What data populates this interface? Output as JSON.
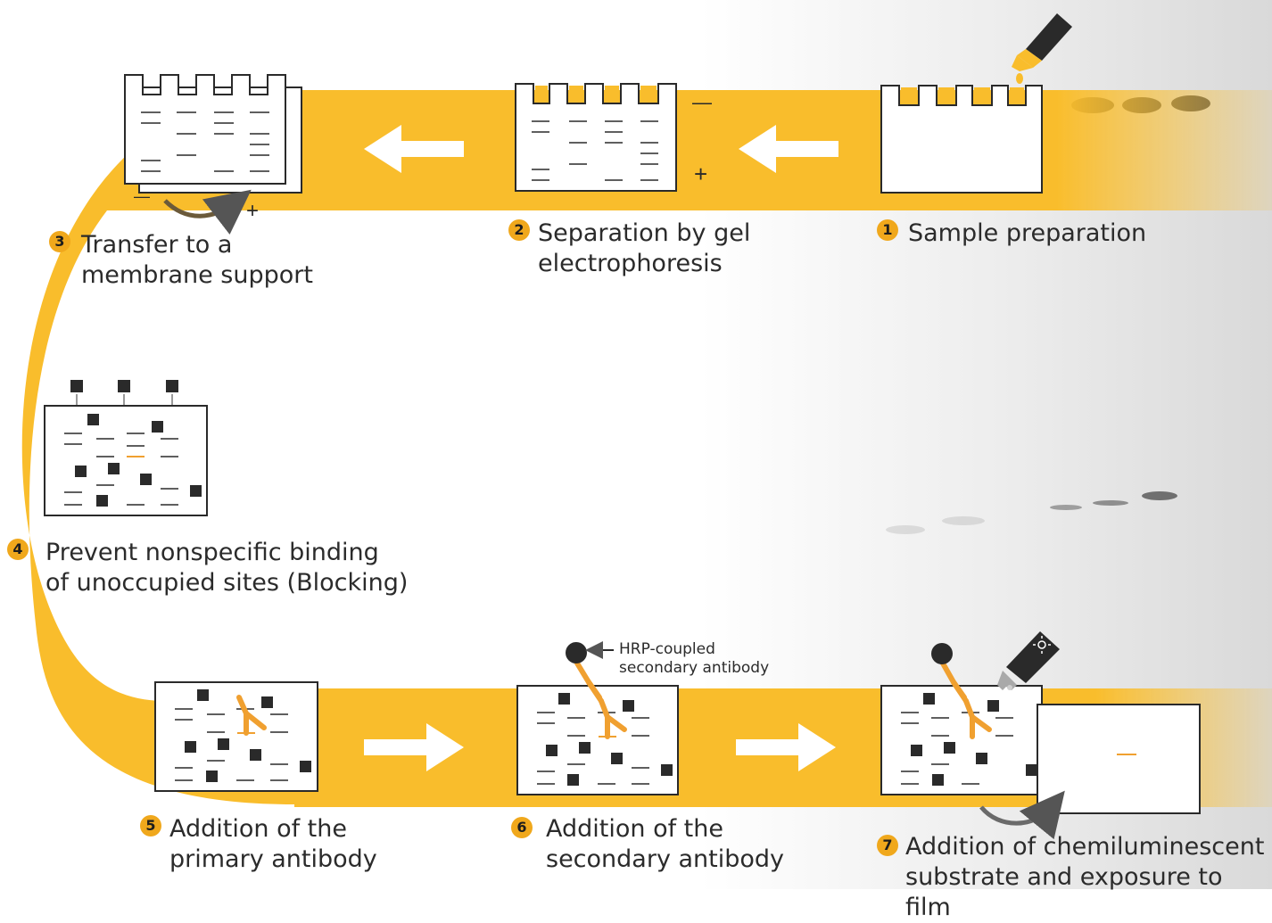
{
  "steps": [
    {
      "number": "1",
      "line1": "Sample preparation",
      "line2": ""
    },
    {
      "number": "2",
      "line1": "Separation by gel",
      "line2": "electrophoresis"
    },
    {
      "number": "3",
      "line1": "Transfer to a",
      "line2": "membrane support"
    },
    {
      "number": "4",
      "line1": "Prevent nonspecific binding",
      "line2": "of unoccupied sites (Blocking)"
    },
    {
      "number": "5",
      "line1": "Addition of the",
      "line2": "primary antibody"
    },
    {
      "number": "6",
      "line1": "Addition of the",
      "line2": "secondary antibody"
    },
    {
      "number": "7",
      "line1": "Addition of chemiluminescent",
      "line2": "substrate and exposure to film"
    }
  ],
  "annotation": {
    "line1": "HRP-coupled",
    "line2": "secondary antibody"
  },
  "polarity": {
    "negative": "—",
    "positive": "+"
  },
  "colors": {
    "accent": "#f9bd2c",
    "dark": "#2a2a2a",
    "antibody": "#f0a030"
  }
}
